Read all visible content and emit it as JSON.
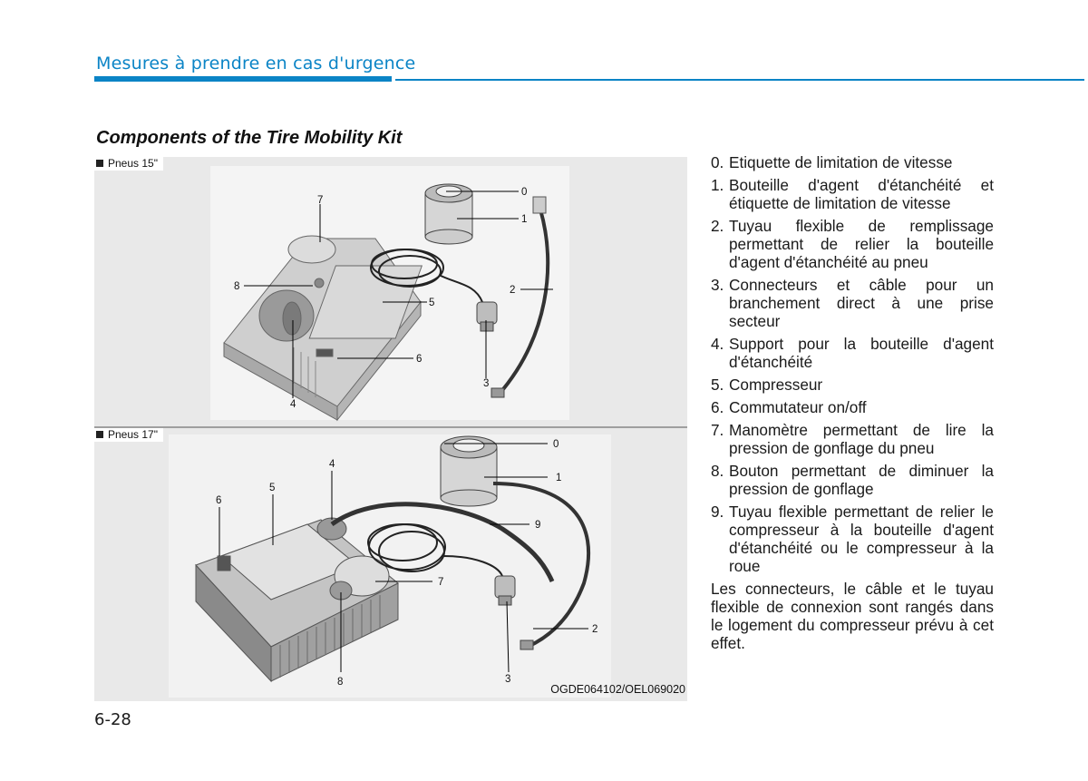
{
  "header": {
    "title": "Mesures à prendre en cas d'urgence"
  },
  "section": {
    "title": "Components of the Tire Mobility Kit"
  },
  "figure": {
    "panel_top_label": "Pneus 15\"",
    "panel_bottom_label": "Pneus 17\"",
    "caption": "OGDE064102/OEL069020",
    "top_callouts": [
      "7",
      "0",
      "1",
      "8",
      "2",
      "5",
      "6",
      "3",
      "4"
    ],
    "bottom_callouts": [
      "0",
      "4",
      "1",
      "6",
      "5",
      "9",
      "7",
      "2",
      "8",
      "3"
    ]
  },
  "components": [
    {
      "num": "0.",
      "text": "Etiquette de limitation de vitesse"
    },
    {
      "num": "1.",
      "text": "Bouteille d'agent d'étanchéité et étiquette de limitation de vitesse"
    },
    {
      "num": "2.",
      "text": "Tuyau flexible de remplissage permettant de relier la bouteille d'agent d'étanchéité au pneu"
    },
    {
      "num": "3.",
      "text": "Connecteurs et câble pour un branchement direct à une prise secteur"
    },
    {
      "num": "4.",
      "text": "Support pour la bouteille d'agent d'étanchéité"
    },
    {
      "num": "5.",
      "text": "Compresseur"
    },
    {
      "num": "6.",
      "text": "Commutateur on/off"
    },
    {
      "num": "7.",
      "text": "Manomètre permettant de lire la pression de gonflage du pneu"
    },
    {
      "num": "8.",
      "text": "Bouton permettant de diminuer la pression de gonflage"
    },
    {
      "num": "9.",
      "text": "Tuyau flexible permettant de relier le compresseur à la bouteille d'agent d'étanchéité ou le compresseur à la roue"
    }
  ],
  "note": "Les connecteurs, le câble et le tuyau flexible de connexion sont rangés dans le logement du compresseur prévu à cet effet.",
  "page_number": "6-28",
  "colors": {
    "accent": "#0b84c6",
    "figure_bg": "#e9e9e9"
  }
}
